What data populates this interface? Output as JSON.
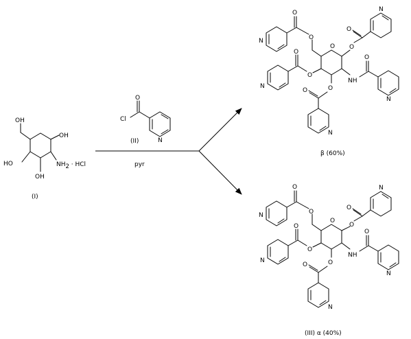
{
  "reactant": {
    "atoms": {
      "OH": "OH",
      "HO": "HO",
      "NH": "NH",
      "sub2": "2",
      "hcl": " · HCl"
    },
    "label": "(I)"
  },
  "reagent": {
    "atoms": {
      "Cl": "Cl",
      "O": "O",
      "N": "N"
    },
    "label": "(II)",
    "conditions": "pyr"
  },
  "product_beta": {
    "atoms": {
      "O": "O",
      "N": "N",
      "NH": "NH"
    },
    "label": "β (60%)"
  },
  "product_alpha": {
    "atoms": {
      "O": "O",
      "N": "N",
      "NH": "NH"
    },
    "label": "(III)  α (40%)"
  }
}
